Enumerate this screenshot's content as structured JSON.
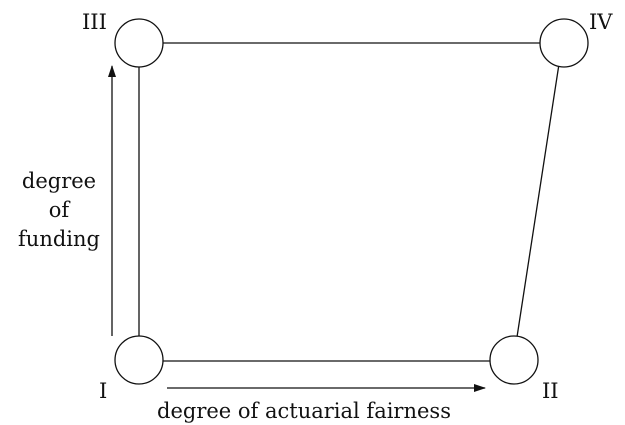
{
  "nodes": {
    "n1": {
      "label": "I"
    },
    "n2": {
      "label": "II"
    },
    "n3": {
      "label": "III"
    },
    "n4": {
      "label": "IV"
    }
  },
  "axes": {
    "x_label": "degree of actuarial fairness",
    "y_label_lines": [
      "degree",
      "of",
      "funding"
    ]
  },
  "colors": {
    "ink": "#111111",
    "background": "#ffffff"
  }
}
